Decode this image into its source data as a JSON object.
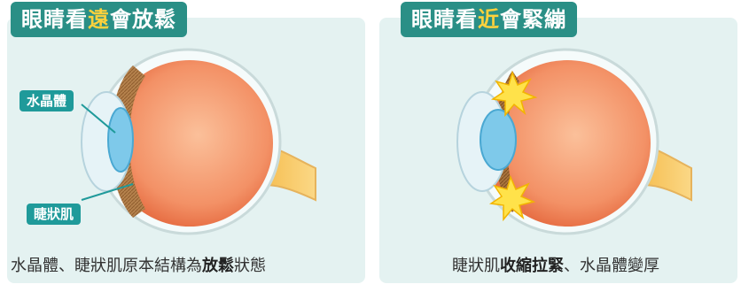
{
  "panels": {
    "left": {
      "title": {
        "prefix": "眼睛看",
        "highlight": "遠",
        "suffix": "會放鬆"
      },
      "labels": {
        "lens": "水晶體",
        "muscle": "睫狀肌"
      },
      "caption": {
        "text": "水晶體、睫狀肌原本結構為",
        "bold": "放鬆",
        "suffix": "狀態"
      }
    },
    "right": {
      "title": {
        "prefix": "眼睛看",
        "highlight": "近",
        "suffix": "會緊繃"
      },
      "caption": {
        "text": "睫狀肌",
        "bold": "收縮拉緊",
        "suffix": "、水晶體變厚"
      }
    }
  },
  "colors": {
    "title_bg": "#2a8f86",
    "title_highlight": "#ffd23c",
    "panel_bg": "#e4f2f1",
    "callout_bg": "#1f9a9a",
    "eyeball": "#f08a5a",
    "optic_nerve": "#f7c65a",
    "lens": "#7ec9ea",
    "ciliary_muscle": "#b07b45",
    "tension_burst": "#ffe24a"
  },
  "icons": [
    "eye-cross-section-relaxed",
    "eye-cross-section-tense",
    "tension-burst-icon"
  ]
}
